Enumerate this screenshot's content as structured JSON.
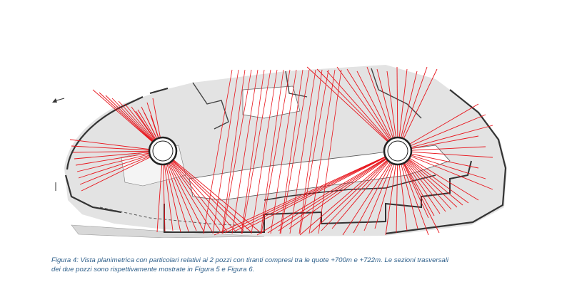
{
  "figure": {
    "caption_line1": "Figura 4: Vista planimetrica con particolari relativi ai 2 pozzi con tiranti compresi tra le quote +700m e +722m. Le sezioni trasversali",
    "caption_line2": "dei due pozzi sono rispettivamente mostrate in Figura 5 e Figura 6.",
    "colors": {
      "tie_rods": "#e8141b",
      "walls": "#333333",
      "ground": "#e3e3e3",
      "caption": "#2e5f8a"
    },
    "shafts_count": 2
  }
}
